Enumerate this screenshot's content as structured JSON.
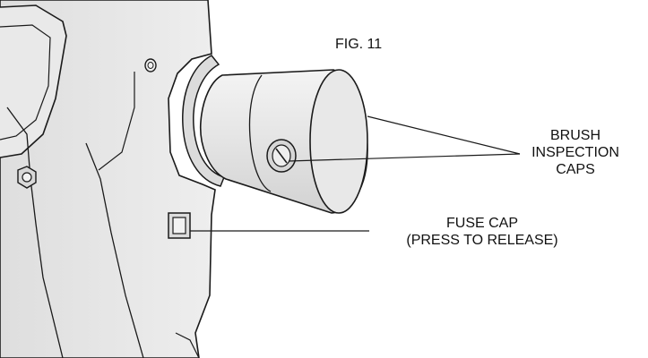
{
  "figure": {
    "title": "FIG. 11"
  },
  "callouts": {
    "brush_caps": {
      "lines": [
        "BRUSH",
        "INSPECTION",
        "CAPS"
      ]
    },
    "fuse_cap": {
      "lines": [
        "FUSE CAP",
        "(PRESS TO RELEASE)"
      ]
    }
  },
  "colors": {
    "line": "#1a1a1a",
    "shade": "#e6e6e6",
    "shade_dark": "#cfcfcf",
    "background": "#ffffff"
  }
}
